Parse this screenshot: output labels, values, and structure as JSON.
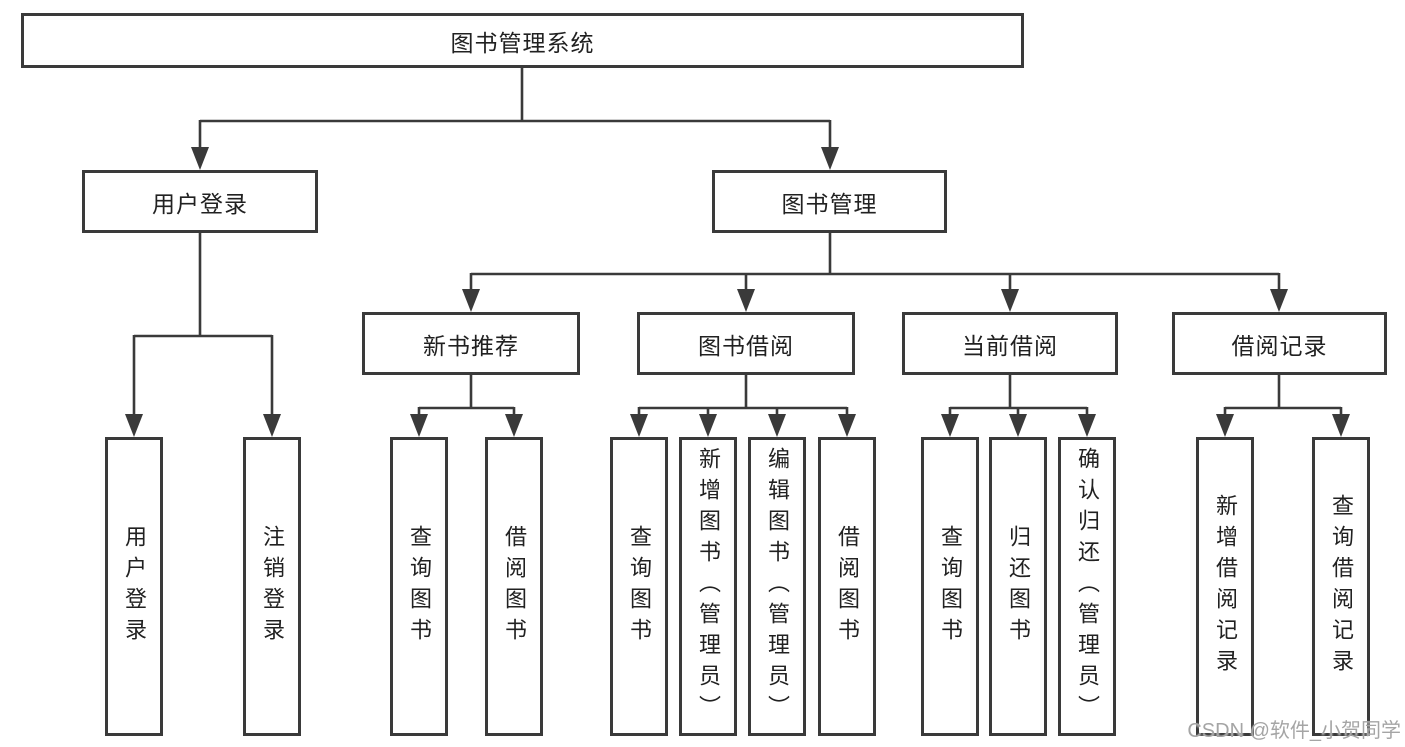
{
  "tree": {
    "root": {
      "label": "图书管理系统"
    },
    "user_login": {
      "label": "用户登录",
      "children": {
        "login": {
          "label": "用户登录"
        },
        "logout": {
          "label": "注销登录"
        }
      }
    },
    "book_mgmt": {
      "label": "图书管理"
    },
    "new_book": {
      "label": "新书推荐",
      "children": {
        "query": {
          "label": "查询图书"
        },
        "borrow": {
          "label": "借阅图书"
        }
      }
    },
    "borrowing": {
      "label": "图书借阅",
      "children": {
        "query": {
          "label": "查询图书"
        },
        "add": {
          "label": "新增图书（管理员）"
        },
        "edit": {
          "label": "编辑图书（管理员）"
        },
        "borrow": {
          "label": "借阅图书"
        }
      }
    },
    "current": {
      "label": "当前借阅",
      "children": {
        "query": {
          "label": "查询图书"
        },
        "return": {
          "label": "归还图书"
        },
        "confirm": {
          "label": "确认归还（管理员）"
        }
      }
    },
    "records": {
      "label": "借阅记录",
      "children": {
        "add": {
          "label": "新增借阅记录"
        },
        "query": {
          "label": "查询借阅记录"
        }
      }
    }
  },
  "watermark": "CSDN @软件_小贺同学",
  "colors": {
    "line": "#3a3a3a",
    "text": "#212121",
    "watermark": "#a5a5a5",
    "background": "#ffffff"
  }
}
